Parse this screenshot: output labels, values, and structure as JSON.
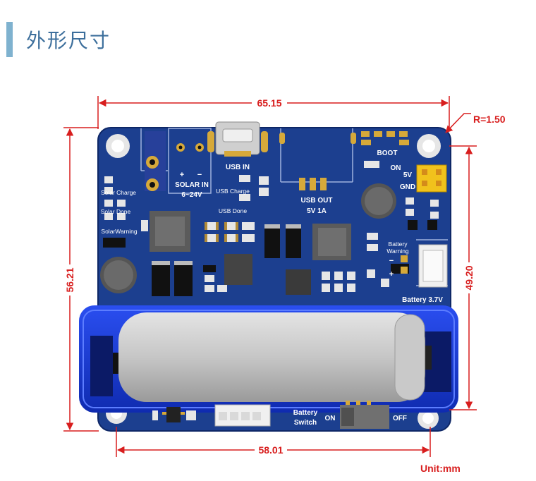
{
  "header": {
    "title": "外形尺寸"
  },
  "dimensions": {
    "top_width": "65.15",
    "bottom_width": "58.01",
    "left_height": "56.21",
    "right_height": "49.20",
    "radius": "R=1.50",
    "unit": "Unit:mm"
  },
  "board_labels": {
    "usb_in": "USB IN",
    "solar_plus": "+",
    "solar_minus": "−",
    "solar_in": "SOLAR IN",
    "solar_range": "6~24V",
    "usb_charge": "USB Charge",
    "usb_done": "USB Done",
    "solar_charge": "Solar Charge",
    "solar_done": "Solar Done",
    "solar_warning": "SolarWarning",
    "usb_out": "USB OUT",
    "usb_out_rating": "5V 1A",
    "boot": "BOOT",
    "on": "ON",
    "v5": "5V",
    "gnd": "GND",
    "battery_warning_1": "Battery",
    "battery_warning_2": "Warning",
    "battery_37v": "Battery 3.7V",
    "minus": "−",
    "plus": "+",
    "battery_switch_1": "Battery",
    "battery_switch_2": "Switch",
    "switch_on": "ON",
    "switch_off": "OFF"
  },
  "colors": {
    "pcb": "#1c3f8f",
    "dimension": "#d81e1e",
    "header_accent": "#7fb2cf",
    "holder": "#1a3bd6",
    "gold": "#e0b030"
  }
}
